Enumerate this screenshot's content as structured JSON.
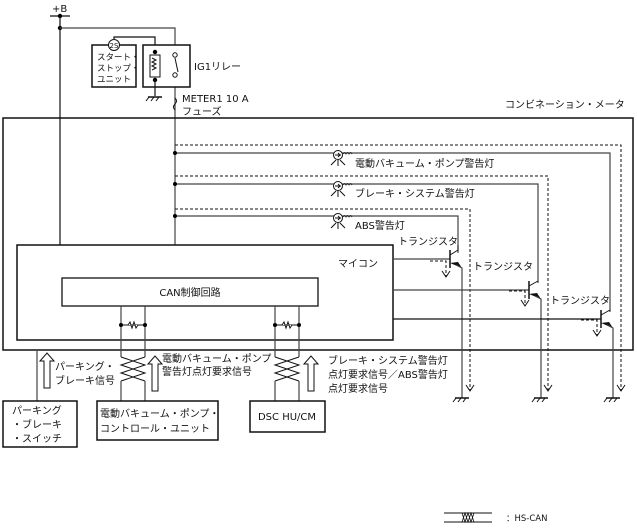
{
  "labels": {
    "power": "+B",
    "start_stop_unit": [
      "スタート・",
      "ストップ・",
      "ユニット"
    ],
    "start_stop_badge": "2S",
    "relay": "IG1リレー",
    "fuse_name": "METER1 10 A",
    "fuse_type": "フューズ",
    "combination_meter": "コンビネーション・メータ",
    "lamp_evp": "電動バキューム・ポンプ警告灯",
    "lamp_brake": "ブレーキ・システム警告灯",
    "lamp_abs": "ABS警告灯",
    "transistor": "トランジスタ",
    "microcontroller": "マイコン",
    "can_circuit": "CAN制御回路",
    "parking_signal": [
      "パーキング・",
      "ブレーキ信号"
    ],
    "evp_signal": [
      "電動バキューム・ポンプ",
      "警告灯点灯要求信号"
    ],
    "dsc_signal": [
      "ブレーキ・システム警告灯",
      "点灯要求信号／ABS警告灯",
      "点灯要求信号"
    ],
    "parking_switch": [
      "パーキング",
      "・ブレーキ",
      "・スイッチ"
    ],
    "evp_unit": [
      "電動バキューム・ポンプ・",
      "コントロール・ユニット"
    ],
    "dsc_unit": "DSC HU/CM",
    "legend_hs_can": "：HS-CAN"
  }
}
